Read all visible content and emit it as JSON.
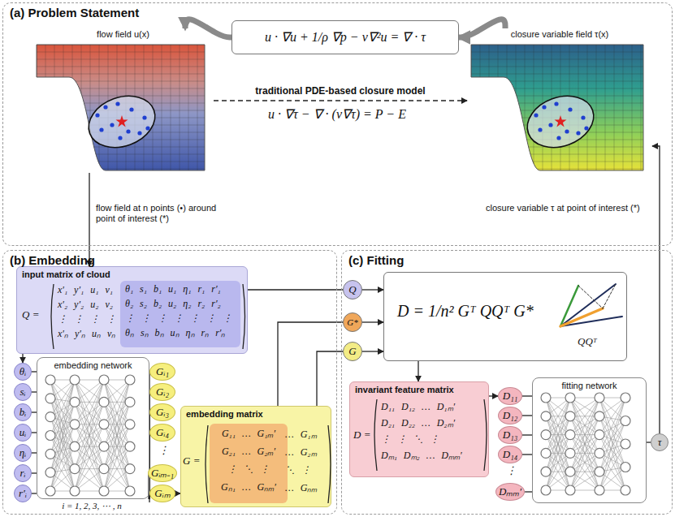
{
  "diagram": {
    "nodes": [
      {
        "text": [
          "(a) Problem Statement"
        ]
      },
      {
        "text": [
          "u · ∇u + 1/ρ ∇p − ν∇²u = ∇ · τ"
        ],
        "in": 0
      },
      {
        "text": [
          "flow field u(x)"
        ],
        "in": 0
      },
      {
        "text": [
          "closure variable field τ(x)"
        ],
        "in": 0
      },
      {
        "text": [
          "(b) Embedding"
        ]
      },
      {
        "text": [
          "input matrix of cloud",
          "Q =",
          "x′₁ y′₁ u₁ v₁",
          "x′₂ y′₂ u₂ v₂",
          "⋮ ⋮ ⋮ ⋮",
          "x′ₙ y′ₙ uₙ vₙ"
        ],
        "in": 4
      },
      {
        "text": [
          "θ₁ s₁ b₁ u₁ η₁ r₁ r′₁",
          "θ₂ s₂ b₂ u₂ η₂ r₂ r′₂",
          "⋮ ⋮ ⋮ ⋮ ⋮ ⋮ ⋮",
          "θₙ sₙ bₙ uₙ ηₙ rₙ r′ₙ"
        ],
        "in": 5
      },
      {
        "text": [
          "θᵢ"
        ],
        "in": 4
      },
      {
        "text": [
          "sᵢ"
        ],
        "in": 4
      },
      {
        "text": [
          "bᵢ"
        ],
        "in": 4
      },
      {
        "text": [
          "uᵢ"
        ],
        "in": 4
      },
      {
        "text": [
          "ηᵢ"
        ],
        "in": 4
      },
      {
        "text": [
          "rᵢ"
        ],
        "in": 4
      },
      {
        "text": [
          "r′ᵢ"
        ],
        "in": 4
      },
      {
        "text": [
          "embedding network"
        ],
        "in": 4
      },
      {
        "text": [
          "Gᵢ₁"
        ],
        "in": 4
      },
      {
        "text": [
          "Gᵢ₂"
        ],
        "in": 4
      },
      {
        "text": [
          "Gᵢ₃"
        ],
        "in": 4
      },
      {
        "text": [
          "Gᵢ₄"
        ],
        "in": 4
      },
      {
        "text": [
          "Gᵢₘ₋₁"
        ],
        "in": 4
      },
      {
        "text": [
          "Gᵢₘ"
        ],
        "in": 4
      },
      {
        "text": [
          "embedding matrix",
          "G =",
          "… G₁ₘ",
          "… G₂ₘ",
          "⋱ ⋮",
          "… Gₙₘ"
        ],
        "in": 4
      },
      {
        "text": [
          "G₁₁ … G₁ₘ′",
          "G₂₁ … G₂ₘ′",
          "⋮ ⋱ ⋮",
          "Gₙ₁ … Gₙₘ′"
        ],
        "in": 21
      },
      {
        "text": [
          "(c) Fitting"
        ]
      },
      {
        "text": [
          "Q"
        ],
        "in": 23
      },
      {
        "text": [
          "G*"
        ],
        "in": 23
      },
      {
        "text": [
          "G"
        ],
        "in": 23
      },
      {
        "text": [
          "D = 1/n² Gᵀ QQᵀ G*",
          "QQᵀ"
        ],
        "in": 23
      },
      {
        "text": [
          "invariant feature matrix",
          "D =",
          "D₁₁ D₁₂ … D₁ₘ′",
          "D₂₁ D₂₂ … D₂ₘ′",
          "⋮ ⋮ ⋱ ⋮",
          "Dₘ₁ Dₘ₂ … Dₘₘ′"
        ],
        "in": 23
      },
      {
        "text": [
          "D₁₁"
        ],
        "in": 23
      },
      {
        "text": [
          "D₁₂"
        ],
        "in": 23
      },
      {
        "text": [
          "D₁₃"
        ],
        "in": 23
      },
      {
        "text": [
          "D₁₄"
        ],
        "in": 23
      },
      {
        "text": [
          "Dₘₘ′"
        ],
        "in": 23
      },
      {
        "text": [
          "fitting network"
        ],
        "in": 23
      },
      {
        "text": [
          "τ"
        ],
        "in": 23
      }
    ],
    "edges": [
      {
        "from": 1,
        "to": 2,
        "arrow": "to"
      },
      {
        "from": 3,
        "to": 1,
        "arrow": "to"
      },
      {
        "from": 2,
        "to": 3,
        "arrow": "to",
        "label": "traditional PDE-based closure model"
      },
      {
        "from": 2,
        "to": 5,
        "arrow": "to"
      },
      {
        "from": 5,
        "to": 7,
        "arrow": "to"
      },
      {
        "from": 7,
        "to": 14,
        "arrow": "none"
      },
      {
        "from": 8,
        "to": 14,
        "arrow": "none"
      },
      {
        "from": 9,
        "to": 14,
        "arrow": "none"
      },
      {
        "from": 10,
        "to": 14,
        "arrow": "none"
      },
      {
        "from": 11,
        "to": 14,
        "arrow": "none"
      },
      {
        "from": 12,
        "to": 14,
        "arrow": "none"
      },
      {
        "from": 13,
        "to": 14,
        "arrow": "none"
      },
      {
        "from": 14,
        "to": 15,
        "arrow": "none"
      },
      {
        "from": 14,
        "to": 16,
        "arrow": "none"
      },
      {
        "from": 14,
        "to": 17,
        "arrow": "none"
      },
      {
        "from": 14,
        "to": 18,
        "arrow": "none"
      },
      {
        "from": 14,
        "to": 19,
        "arrow": "none"
      },
      {
        "from": 14,
        "to": 20,
        "arrow": "none"
      },
      {
        "from": 20,
        "to": 21,
        "arrow": "to"
      },
      {
        "from": 5,
        "to": 24,
        "arrow": "none"
      },
      {
        "from": 22,
        "to": 25,
        "arrow": "none"
      },
      {
        "from": 21,
        "to": 26,
        "arrow": "none"
      },
      {
        "from": 24,
        "to": 27,
        "arrow": "to"
      },
      {
        "from": 25,
        "to": 27,
        "arrow": "to"
      },
      {
        "from": 26,
        "to": 27,
        "arrow": "to"
      },
      {
        "from": 27,
        "to": 28,
        "arrow": "to"
      },
      {
        "from": 28,
        "to": 29,
        "arrow": "to"
      },
      {
        "from": 29,
        "to": 34,
        "arrow": "none"
      },
      {
        "from": 30,
        "to": 34,
        "arrow": "none"
      },
      {
        "from": 31,
        "to": 34,
        "arrow": "none"
      },
      {
        "from": 32,
        "to": 34,
        "arrow": "none"
      },
      {
        "from": 33,
        "to": 34,
        "arrow": "none"
      },
      {
        "from": 34,
        "to": 35,
        "arrow": "none"
      },
      {
        "from": 35,
        "to": 3,
        "arrow": "to"
      }
    ],
    "labels": [
      "u · ∇τ − ∇ · (ν∇τ) = P − E",
      "flow field at n points (•) around point of interest (*)",
      "closure variable τ at point of interest (*)",
      "i = 1, 2, 3, ⋯ , n",
      "⋮",
      "⋮"
    ]
  }
}
